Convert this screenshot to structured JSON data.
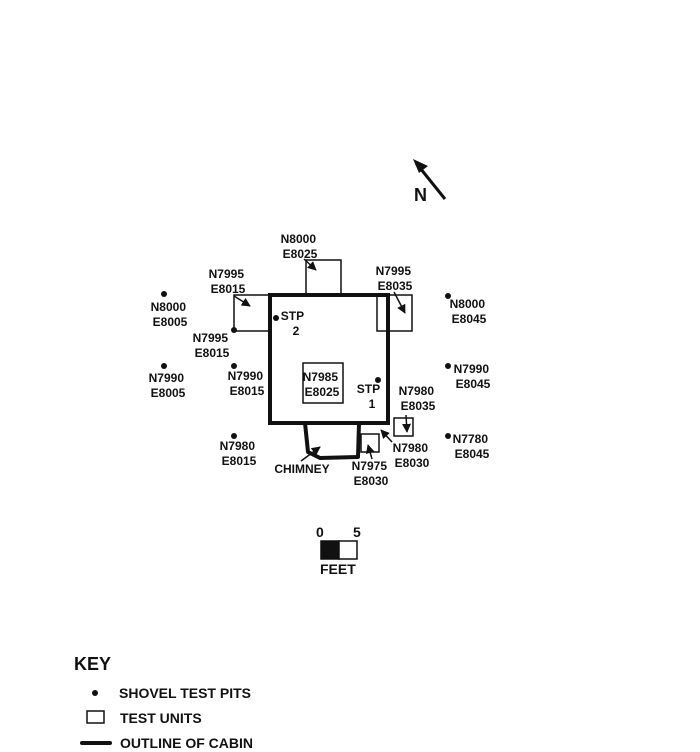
{
  "north": {
    "label": "N"
  },
  "labels": {
    "tu_n8000_e8025": [
      "N8000",
      "E8025"
    ],
    "tu_n7995_e8015": [
      "N7995",
      "E8015"
    ],
    "tu_n7995_e8035": [
      "N7995",
      "E8035"
    ],
    "tu_n7985_e8025": [
      "N7985",
      "E8025"
    ],
    "tu_n7980_e8035": [
      "N7980",
      "E8035"
    ],
    "tu_n7975_e8030": [
      "N7975",
      "E8030"
    ],
    "stp_n8000_e8005": [
      "N8000",
      "E8005"
    ],
    "stp_n7995_e8015": [
      "N7995",
      "E8015"
    ],
    "stp_n7990_e8005": [
      "N7990",
      "E8005"
    ],
    "stp_n7990_e8015": [
      "N7990",
      "E8015"
    ],
    "stp_n7980_e8015": [
      "N7980",
      "E8015"
    ],
    "stp_n8000_e8045": [
      "N8000",
      "E8045"
    ],
    "stp_n7990_e8045": [
      "N7990",
      "E8045"
    ],
    "stp_n7780_e8045": [
      "N7780",
      "E8045"
    ],
    "stp_n7980_e8030": [
      "N7980",
      "E8030"
    ],
    "stp2": [
      "STP",
      "2"
    ],
    "stp1": [
      "STP",
      "1"
    ],
    "chimney": "CHIMNEY"
  },
  "scale": {
    "min": "0",
    "max": "5",
    "unit": "FEET"
  },
  "key": {
    "title": "KEY",
    "items": [
      "SHOVEL TEST PITS",
      "TEST UNITS",
      "OUTLINE OF CABIN"
    ]
  },
  "colors": {
    "ink": "#111111"
  }
}
